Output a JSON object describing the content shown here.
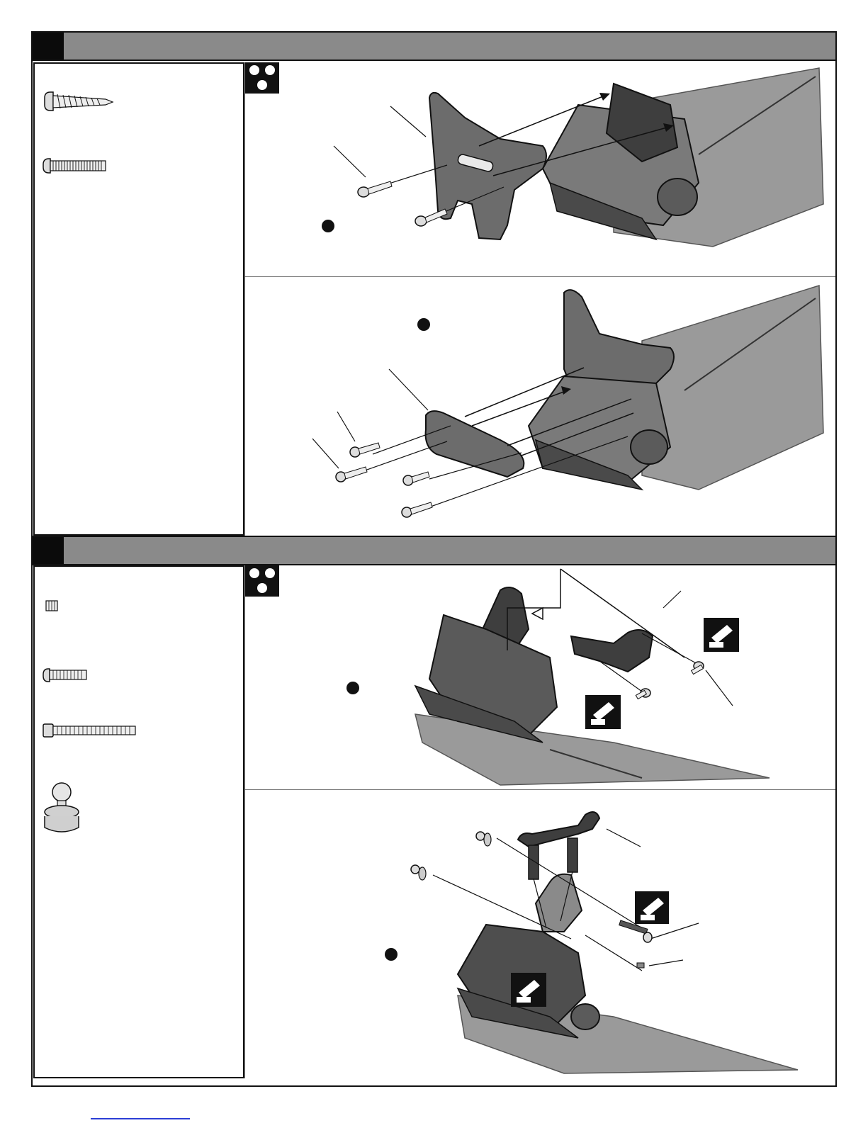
{
  "colors": {
    "header_bar": "#8a8a8a",
    "step_block": "#0b0b0b",
    "part_dark": "#3e3e3e",
    "part_mid": "#7a7a7a",
    "chassis": "#9a9a9a",
    "outline": "#111111"
  },
  "steps": [
    {
      "panels": [
        {
          "icon": "three-circles-icon",
          "callout": "callout-dot"
        },
        {
          "icon": "",
          "callout": "callout-dot"
        }
      ],
      "parts": [
        "self-tapping-screw-icon",
        "button-head-screw-icon"
      ]
    },
    {
      "panels": [
        {
          "icon": "three-circles-icon",
          "callout": "callout-dot"
        },
        {
          "icon": "",
          "callout": "callout-dot"
        }
      ],
      "parts": [
        "set-screw-icon",
        "button-head-screw-icon",
        "cap-head-screw-icon",
        "ball-stud-icon"
      ]
    }
  ]
}
